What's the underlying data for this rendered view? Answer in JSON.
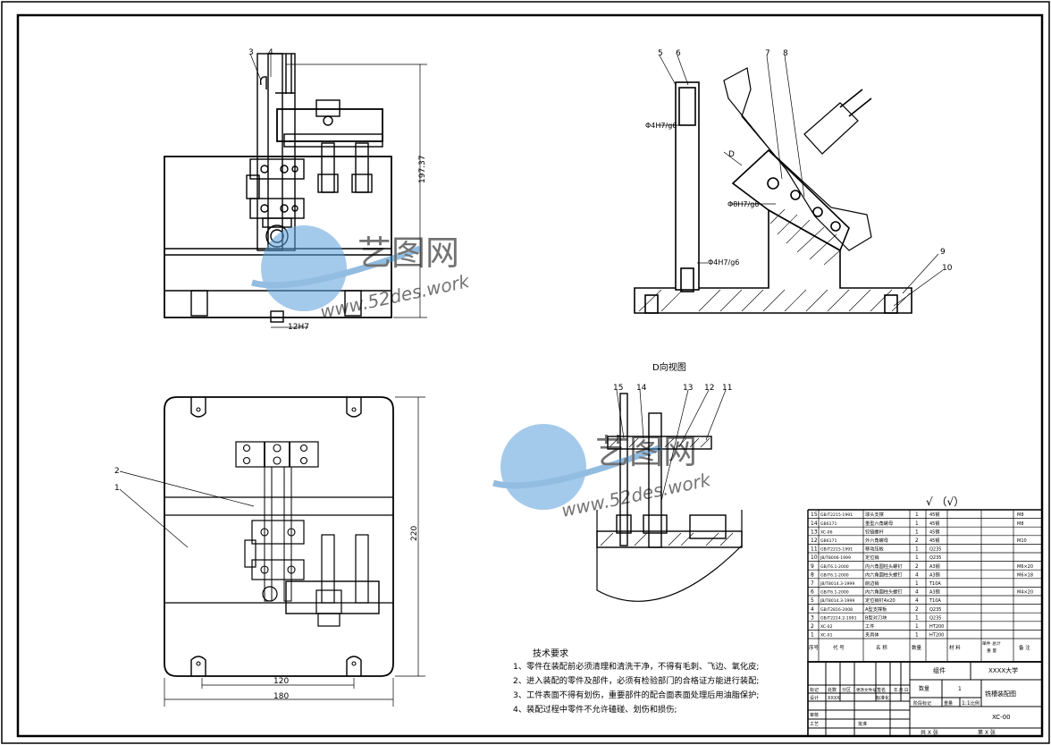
{
  "views": {
    "front_balloons": [
      "3",
      "4"
    ],
    "front_dims": {
      "height": "197.37",
      "slot": "12H7"
    },
    "side_balloons": [
      "5",
      "6",
      "7",
      "8",
      "9",
      "10"
    ],
    "side_fits": [
      "Φ4H7/g6",
      "Φ8H7/g6",
      "Φ4H7/g6"
    ],
    "side_mark": "D",
    "top_balloons": [
      "2",
      "1"
    ],
    "top_dims": {
      "width_inner": "120",
      "width_outer": "180",
      "height": "220"
    },
    "detail_title": "D向视图",
    "detail_balloons": [
      "15",
      "14",
      "13",
      "12",
      "11"
    ]
  },
  "watermark": {
    "cn": "艺图网",
    "url": "www.52des.work"
  },
  "roughness": "√ （√）",
  "bom": {
    "rows": [
      {
        "no": "15",
        "code": "GB/T2215-1991",
        "name": "球头支撑",
        "qty": "1",
        "mat": "45钢",
        "note": "M8"
      },
      {
        "no": "14",
        "code": "GB6171",
        "name": "重型六角螺母",
        "qty": "1",
        "mat": "45钢",
        "note": "M8"
      },
      {
        "no": "13",
        "code": "XC-06",
        "name": "铰链螺杆",
        "qty": "1",
        "mat": "45钢",
        "note": ""
      },
      {
        "no": "12",
        "code": "GB6171",
        "name": "外六角螺母",
        "qty": "2",
        "mat": "45钢",
        "note": "M10"
      },
      {
        "no": "11",
        "code": "GB/T2215-1991",
        "name": "移动压板",
        "qty": "1",
        "mat": "Q235",
        "note": ""
      },
      {
        "no": "10",
        "code": "JB/T8006-1999",
        "name": "定位销",
        "qty": "1",
        "mat": "Q235",
        "note": ""
      },
      {
        "no": "9",
        "code": "GB/T6.1-2000",
        "name": "内六角圆柱头螺钉",
        "qty": "2",
        "mat": "A3钢",
        "note": "M6×20"
      },
      {
        "no": "8",
        "code": "GB/T6.1-2000",
        "name": "内六角圆柱头螺钉",
        "qty": "4",
        "mat": "A3钢",
        "note": "M6×18"
      },
      {
        "no": "7",
        "code": "JB/T8014.3-1999",
        "name": "削边销",
        "qty": "1",
        "mat": "T10A",
        "note": ""
      },
      {
        "no": "6",
        "code": "GB/T6.1-2000",
        "name": "内六角圆柱头螺钉",
        "qty": "4",
        "mat": "A3钢",
        "note": "M4×20"
      },
      {
        "no": "5",
        "code": "JB/T8014.3-1999",
        "name": "定位销钉4x20",
        "qty": "4",
        "mat": "T10A",
        "note": ""
      },
      {
        "no": "4",
        "code": "GB/T2816-2008",
        "name": "A型支撑板",
        "qty": "2",
        "mat": "Q235",
        "note": ""
      },
      {
        "no": "3",
        "code": "GB/T2214.2-1991",
        "name": "B型对刀块",
        "qty": "1",
        "mat": "Q235",
        "note": ""
      },
      {
        "no": "2",
        "code": "XC-02",
        "name": "工件",
        "qty": "1",
        "mat": "HT200",
        "note": ""
      },
      {
        "no": "1",
        "code": "XC-01",
        "name": "夹具体",
        "qty": "1",
        "mat": "HT200",
        "note": ""
      }
    ],
    "header": {
      "no": "序号",
      "code": "代 号",
      "name": "名 称",
      "qty": "数量",
      "mat": "材 料",
      "weight": "单件 总计",
      "weight2": "重 量",
      "note": "备 注"
    }
  },
  "title_block": {
    "school": "XXXX大学",
    "type": "组件",
    "drawing_name": "铣槽装配图",
    "drawing_no": "XC-00",
    "qty_label": "数量",
    "qty": "1",
    "scale_label": "比例",
    "scale": "1:1",
    "weight_label": "重量",
    "stage_label": "阶段标记",
    "sheet": "第 X 张",
    "total": "共 X 张",
    "row_labels": [
      "标记",
      "处数",
      "分区",
      "更改文件号",
      "签名",
      "年.月.日"
    ],
    "design": "设计",
    "designer": "XXXX",
    "std": "标准化",
    "check": "审核",
    "craft": "工艺",
    "approve": "批准"
  },
  "tech": {
    "title": "技术要求",
    "lines": [
      "1、零件在装配前必须清理和清洗干净，不得有毛刺、飞边、氧化皮;",
      "2、进入装配的零件及部件，必须有检验部门的合格证方能进行装配;",
      "3、工件表面不得有划伤，重要部件的配合面表面处理后用油脂保护;",
      "4、装配过程中零件不允许磕碰、划伤和损伤;"
    ]
  }
}
